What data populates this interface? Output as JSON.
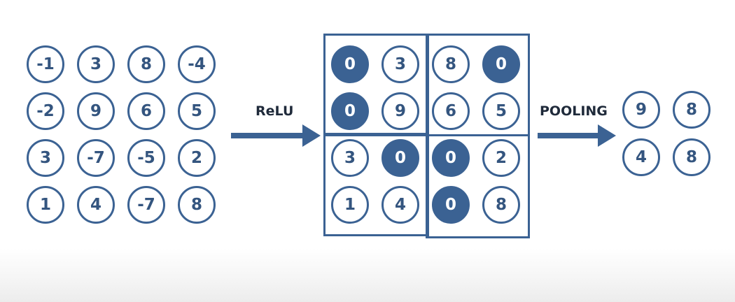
{
  "input_matrix": [
    [
      "-1",
      "3",
      "8",
      "-4"
    ],
    [
      "-2",
      "9",
      "6",
      "5"
    ],
    [
      "3",
      "-7",
      "-5",
      "2"
    ],
    [
      "1",
      "4",
      "-7",
      "8"
    ]
  ],
  "relu_label": "ReLU",
  "relu_matrix": [
    [
      "0",
      "3",
      "8",
      "0"
    ],
    [
      "0",
      "9",
      "6",
      "5"
    ],
    [
      "3",
      "0",
      "0",
      "2"
    ],
    [
      "1",
      "4",
      "0",
      "8"
    ]
  ],
  "pooling_label": "POOLING",
  "pooled_matrix": [
    [
      "9",
      "8"
    ],
    [
      "4",
      "8"
    ]
  ],
  "colors": {
    "primary": "#3b6293",
    "text": "#34557f",
    "zero_fill": "#3b6293"
  }
}
